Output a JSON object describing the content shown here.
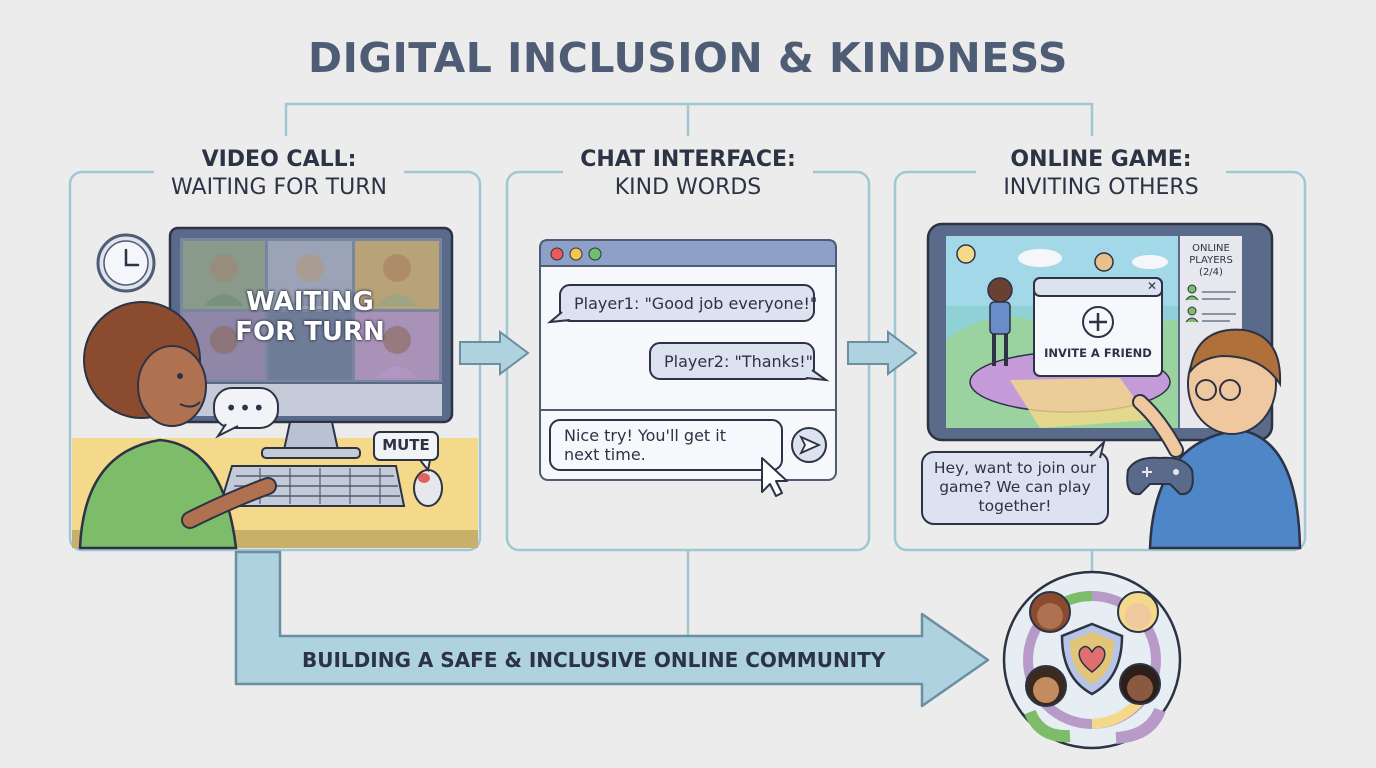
{
  "title": "DIGITAL INCLUSION & KINDNESS",
  "panels": [
    {
      "title": "VIDEO CALL:",
      "subtitle": "WAITING FOR TURN"
    },
    {
      "title": "CHAT INTERFACE:",
      "subtitle": "KIND WORDS"
    },
    {
      "title": "ONLINE GAME:",
      "subtitle": "INVITING OTHERS"
    }
  ],
  "video_call": {
    "overlay_line1": "WAITING",
    "overlay_line2": "FOR TURN",
    "mute_label": "MUTE",
    "typing_indicator": "•••",
    "icons": [
      "clock-icon",
      "monitor-icon",
      "keyboard-icon",
      "mouse-icon"
    ]
  },
  "chat": {
    "messages": [
      {
        "text": "Player1: \"Good job everyone!\""
      },
      {
        "text": "Player2: \"Thanks!\""
      }
    ],
    "input_line1": "Nice try! You'll get it",
    "input_line2": "next time.",
    "icons": [
      "send-icon",
      "cursor-icon"
    ]
  },
  "game": {
    "players_line1": "ONLINE",
    "players_line2": "PLAYERS",
    "players_count": "(2/4)",
    "invite_label": "INVITE A FRIEND",
    "close_glyph": "✕",
    "speech_line1": "Hey, want to join our",
    "speech_line2": "game? We can play",
    "speech_line3": "together!",
    "icons": [
      "plus-icon",
      "gamepad-icon",
      "player-icon"
    ]
  },
  "community": {
    "label": "BUILDING A SAFE & INCLUSIVE ONLINE COMMUNITY",
    "icons": [
      "shield-heart-icon"
    ]
  },
  "colors": {
    "panel_border": "#9fc8d4",
    "arrow_fill": "#aed2df",
    "title_color": "#4f5c75",
    "bubble_fill": "#dde2f0",
    "accent_red": "#e0403b"
  }
}
